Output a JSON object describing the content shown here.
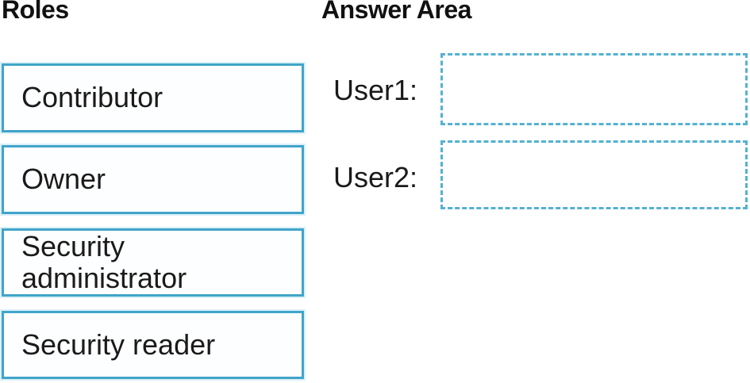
{
  "headings": {
    "roles": "Roles",
    "answer_area": "Answer Area"
  },
  "roles": {
    "items": [
      {
        "label": "Contributor"
      },
      {
        "label": "Owner"
      },
      {
        "label": "Security administrator"
      },
      {
        "label": "Security reader"
      }
    ]
  },
  "answer_area": {
    "targets": [
      {
        "label": "User1:",
        "value": ""
      },
      {
        "label": "User2:",
        "value": ""
      }
    ]
  },
  "colors": {
    "role_box_border": "#41a4c9",
    "drop_target_border": "#54b1d2",
    "text": "#1a1a1a",
    "background": "#ffffff"
  }
}
